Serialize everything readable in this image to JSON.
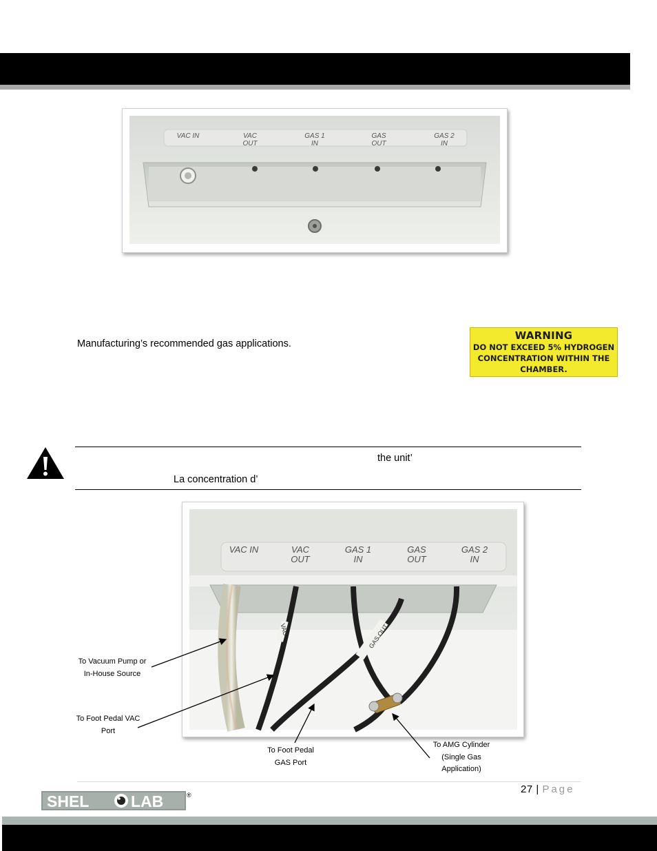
{
  "photo_top": {
    "ports": [
      "VAC IN",
      "VAC OUT",
      "GAS 1 IN",
      "GAS OUT",
      "GAS 2 IN"
    ]
  },
  "intro": {
    "text": "Manufacturing’s recommended gas applications."
  },
  "warning_label": {
    "title": "WARNING",
    "line1": "DO NOT EXCEED 5% HYDROGEN",
    "line2": "CONCENTRATION WITHIN THE",
    "line3": "CHAMBER."
  },
  "caution": {
    "english": "the unit’",
    "french": "La concentration d’"
  },
  "photo_bottom": {
    "ports": [
      "VAC IN",
      "VAC OUT",
      "GAS 1 IN",
      "GAS OUT",
      "GAS 2 IN"
    ],
    "tube_labels": [
      "VAC",
      "GAS OUT"
    ]
  },
  "callouts": {
    "vacuum_pump": [
      "To Vacuum Pump or",
      "In-House Source"
    ],
    "foot_pedal_vac": [
      "To Foot Pedal VAC",
      "Port"
    ],
    "foot_pedal_gas": [
      "To Foot Pedal",
      "GAS Port"
    ],
    "amg_cylinder": [
      "To AMG Cylinder",
      "(Single Gas",
      "Application)"
    ]
  },
  "footer": {
    "page_number": "27",
    "separator": "|",
    "page_word": "Page",
    "logo_left": "SHEL",
    "logo_right": "LAB",
    "registered": "®"
  },
  "colors": {
    "warning_yellow": "#f3ea2d",
    "bar_black": "#000000",
    "bar_gray": "#a9b5b0"
  }
}
